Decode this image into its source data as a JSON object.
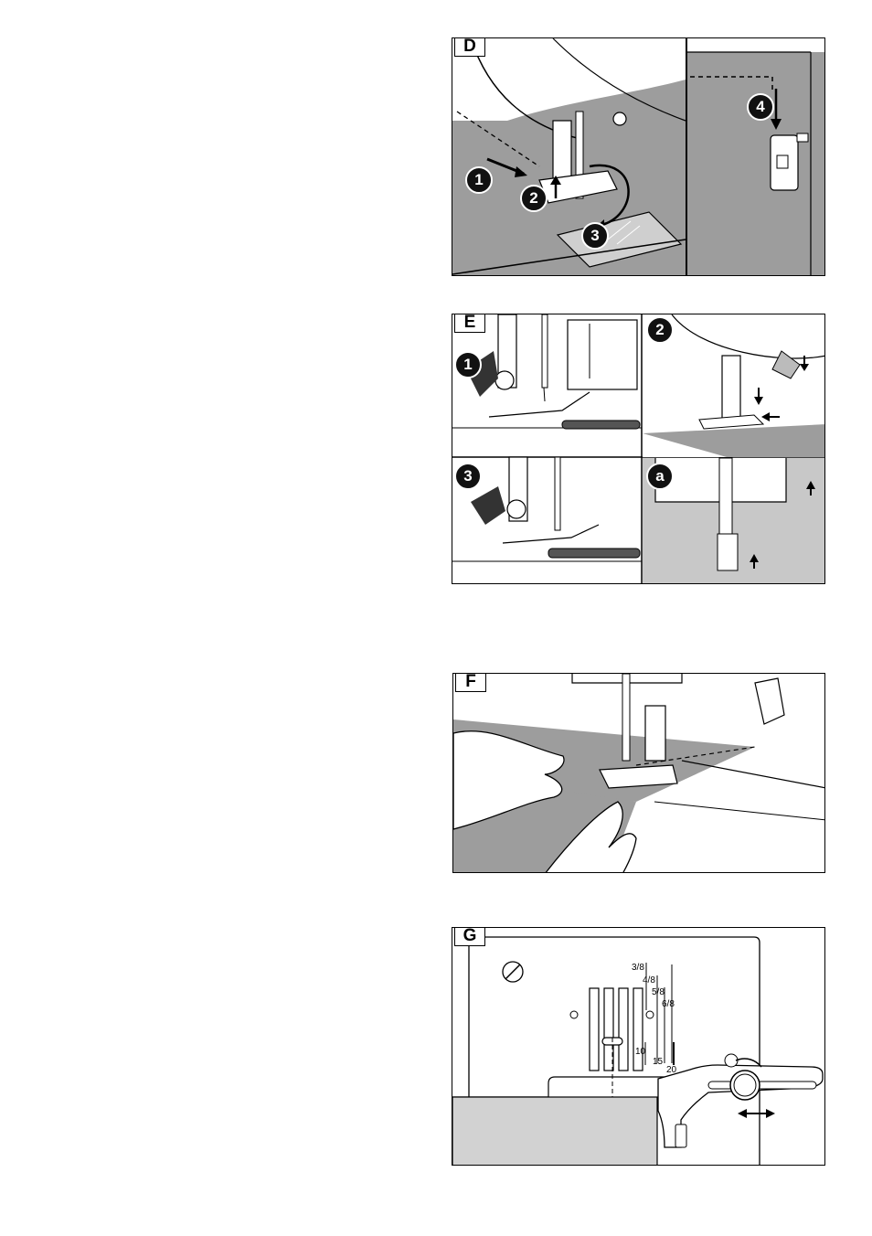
{
  "panels": {
    "D": {
      "label": "D",
      "steps": [
        "1",
        "2",
        "3",
        "4"
      ]
    },
    "E": {
      "label": "E",
      "steps": [
        "1",
        "2",
        "3",
        "a"
      ]
    },
    "F": {
      "label": "F"
    },
    "G": {
      "label": "G",
      "inch_marks": [
        "3/8",
        "4/8",
        "5/8",
        "6/8"
      ],
      "mm_marks": [
        "10",
        "15",
        "20"
      ]
    }
  }
}
